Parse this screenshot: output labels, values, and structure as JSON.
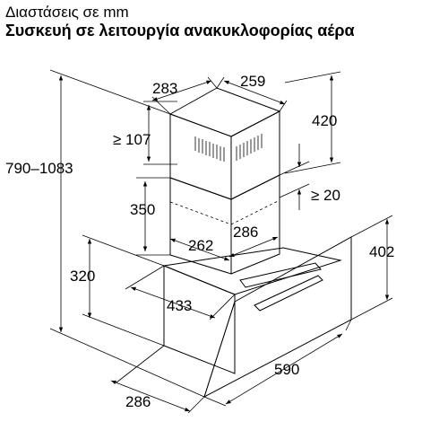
{
  "header": {
    "subtitle": "Διαστάσεις σε mm",
    "title": "Συσκευή σε λειτουργία ανακυκλοφορίας αέρα"
  },
  "dimensions": {
    "chimney_width": "283",
    "chimney_depth": "259",
    "chimney_upper_height": "420",
    "gap_top": "≥ 107",
    "total_height": "790–1083",
    "chimney_lower_height": "350",
    "gap_wall": "≥ 20",
    "inner_depth": "286",
    "inner_width": "262",
    "hood_height": "402",
    "body_height": "320",
    "body_depth": "433",
    "hood_width": "590",
    "base_depth": "286"
  }
}
